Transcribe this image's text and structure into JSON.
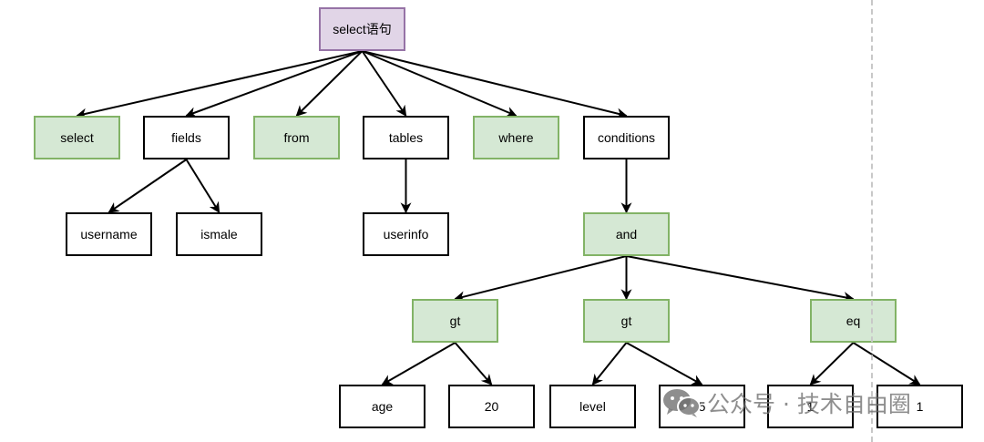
{
  "diagram": {
    "nodes": [
      {
        "id": "root",
        "label": "select语句",
        "style": "purple"
      },
      {
        "id": "select",
        "label": "select",
        "style": "green"
      },
      {
        "id": "fields",
        "label": "fields",
        "style": "plain"
      },
      {
        "id": "from",
        "label": "from",
        "style": "green"
      },
      {
        "id": "tables",
        "label": "tables",
        "style": "plain"
      },
      {
        "id": "where",
        "label": "where",
        "style": "green"
      },
      {
        "id": "conditions",
        "label": "conditions",
        "style": "plain"
      },
      {
        "id": "username",
        "label": "username",
        "style": "plain"
      },
      {
        "id": "ismale",
        "label": "ismale",
        "style": "plain"
      },
      {
        "id": "userinfo",
        "label": "userinfo",
        "style": "plain"
      },
      {
        "id": "and",
        "label": "and",
        "style": "green"
      },
      {
        "id": "gt1",
        "label": "gt",
        "style": "green"
      },
      {
        "id": "gt2",
        "label": "gt",
        "style": "green"
      },
      {
        "id": "eq",
        "label": "eq",
        "style": "green"
      },
      {
        "id": "age",
        "label": "age",
        "style": "plain"
      },
      {
        "id": "v20",
        "label": "20",
        "style": "plain"
      },
      {
        "id": "level",
        "label": "level",
        "style": "plain"
      },
      {
        "id": "v5",
        "label": "5",
        "style": "plain"
      },
      {
        "id": "one1",
        "label": "1",
        "style": "plain"
      },
      {
        "id": "one2",
        "label": "1",
        "style": "plain"
      }
    ],
    "edges": [
      [
        "root",
        "select"
      ],
      [
        "root",
        "fields"
      ],
      [
        "root",
        "from"
      ],
      [
        "root",
        "tables"
      ],
      [
        "root",
        "where"
      ],
      [
        "root",
        "conditions"
      ],
      [
        "fields",
        "username"
      ],
      [
        "fields",
        "ismale"
      ],
      [
        "tables",
        "userinfo"
      ],
      [
        "conditions",
        "and"
      ],
      [
        "and",
        "gt1"
      ],
      [
        "and",
        "gt2"
      ],
      [
        "and",
        "eq"
      ],
      [
        "gt1",
        "age"
      ],
      [
        "gt1",
        "v20"
      ],
      [
        "gt2",
        "level"
      ],
      [
        "gt2",
        "v5"
      ],
      [
        "eq",
        "one1"
      ],
      [
        "eq",
        "one2"
      ]
    ]
  },
  "watermark": {
    "text": "公众号 · 技术自由圈",
    "icon": "wechat-icon"
  },
  "colors": {
    "green_fill": "#d5e8d4",
    "green_stroke": "#82b366",
    "purple_fill": "#e1d5e7",
    "purple_stroke": "#9673a6",
    "plain_stroke": "#000000"
  }
}
